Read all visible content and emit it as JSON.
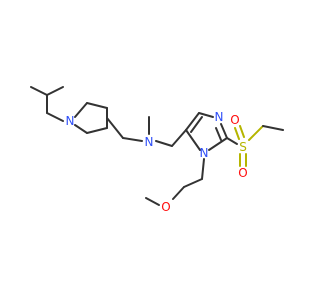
{
  "molecule": {
    "atoms": {
      "n_pyrrolidine": "N",
      "n_amine": "N",
      "n_imidazole_top": "N",
      "n_imidazole_ring": "N",
      "s_sulfonyl": "S",
      "o_sulfonyl_top": "O",
      "o_sulfonyl_bottom": "O",
      "o_methoxy": "O"
    },
    "colors": {
      "carbon_bond": "#333333",
      "nitrogen": "#3050f8",
      "oxygen": "#ff0d0d",
      "sulfur": "#b5b500",
      "background": "#ffffff"
    }
  }
}
